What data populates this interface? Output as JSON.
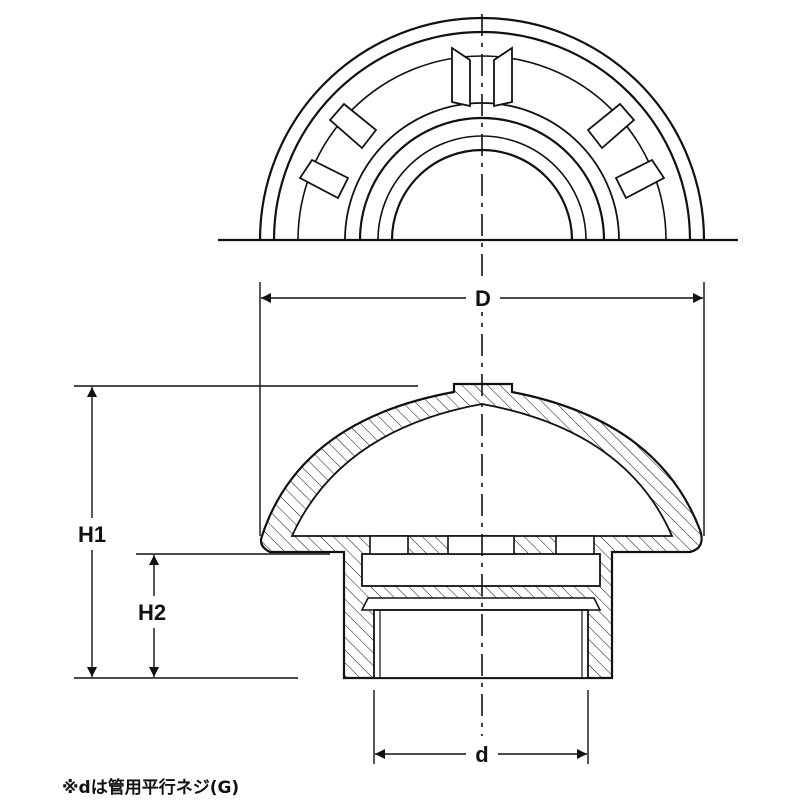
{
  "labels": {
    "D": "D",
    "H1": "H1",
    "H2": "H2",
    "d": "d"
  },
  "note": "※dは管用平行ネジ(G)",
  "colors": {
    "line": "#111111",
    "background": "#ffffff"
  }
}
